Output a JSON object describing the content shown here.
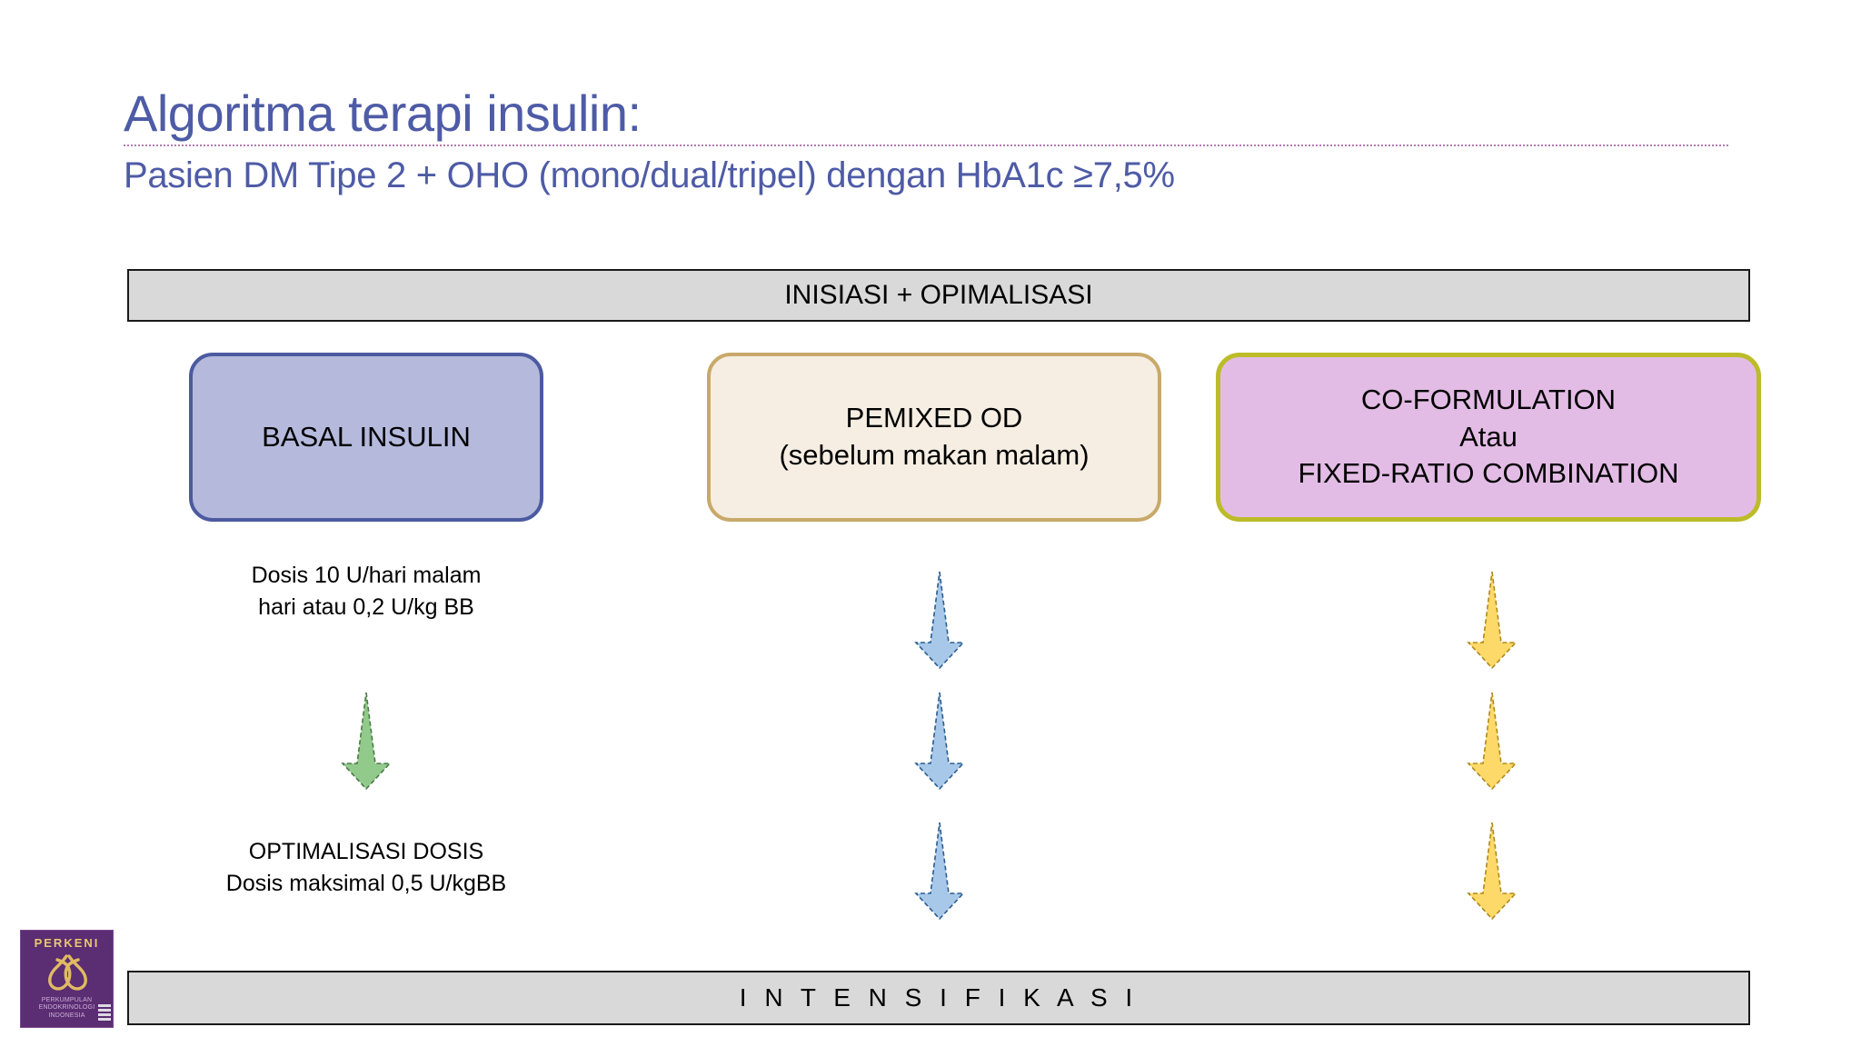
{
  "slide": {
    "title": "Algoritma terapi insulin:",
    "subtitle": "Pasien DM Tipe 2 + OHO (mono/dual/tripel) dengan HbA1c ≥7,5%",
    "title_color": "#4e5ba6",
    "rule_color": "#b07ab0"
  },
  "banners": {
    "top": "INISIASI + OPIMALISASI",
    "bottom": "I N T E N S I F I K A S I",
    "fill_color": "#d9d9d9",
    "border_color": "#1a1a1a"
  },
  "options": [
    {
      "id": "basal",
      "lines": [
        "BASAL INSULIN"
      ],
      "fill_color": "#b5badd",
      "border_color": "#4c5aa0"
    },
    {
      "id": "premixed",
      "lines": [
        "PEMIXED OD",
        "(sebelum makan malam)"
      ],
      "fill_color": "#f6eee3",
      "border_color": "#c8a96a"
    },
    {
      "id": "coformulation",
      "lines": [
        "CO-FORMULATION",
        "Atau",
        "FIXED-RATIO COMBINATION"
      ],
      "fill_color": "#e3bce6",
      "border_color": "#bcbc28"
    }
  ],
  "captions": {
    "dose": [
      "Dosis 10 U/hari malam",
      "hari atau 0,2 U/kg BB"
    ],
    "optimization": [
      "OPTIMALISASI DOSIS",
      "Dosis maksimal 0,5 U/kgBB"
    ]
  },
  "arrows": {
    "basal": {
      "fill_color": "#92ca8c",
      "stroke_color": "#4c7a46",
      "count": 1
    },
    "premixed": {
      "fill_color": "#a8c8ea",
      "stroke_color": "#2b5d8f",
      "count": 3
    },
    "coformulation": {
      "fill_color": "#fcd968",
      "stroke_color": "#b08a1a",
      "count": 3
    }
  },
  "logo": {
    "wordmark": "PERKENI",
    "subtext": [
      "PERKUMPULAN",
      "ENDOKRINOLOGI",
      "INDONESIA"
    ],
    "background_color": "#5b2d72",
    "accent_color": "#e8c872"
  }
}
